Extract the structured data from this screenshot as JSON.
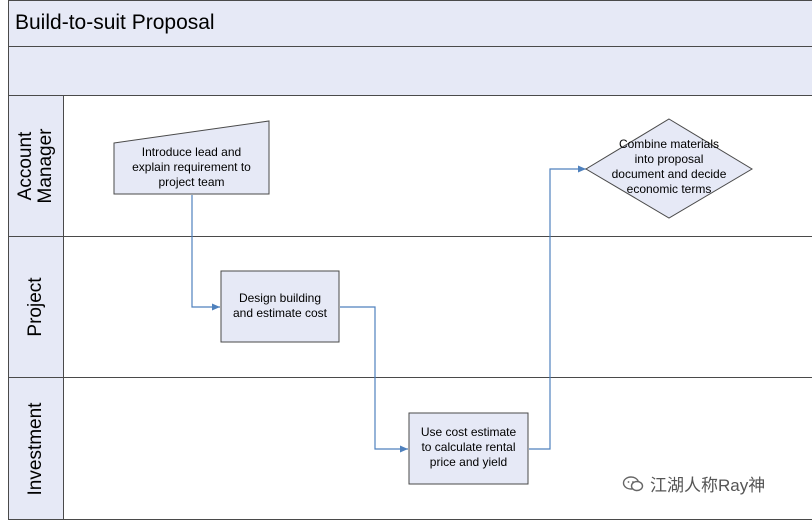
{
  "title": "Build-to-suit Proposal",
  "lanes": [
    {
      "label": "Account\nManager"
    },
    {
      "label": "Project"
    },
    {
      "label": "Investment"
    }
  ],
  "nodes": {
    "introduce": "Introduce lead and\nexplain requirement to\nproject team",
    "design": "Design building\nand estimate cost",
    "cost": "Use cost estimate\nto calculate rental\nprice and yield",
    "combine": "Combine materials\ninto proposal\ndocument and decide\neconomic terms"
  },
  "watermark": "江湖人称Ray神",
  "colors": {
    "header_fill": "#e6e9f6",
    "node_fill": "#e6e9f6",
    "connector": "#4f81bd",
    "border": "#4a4a4a"
  }
}
